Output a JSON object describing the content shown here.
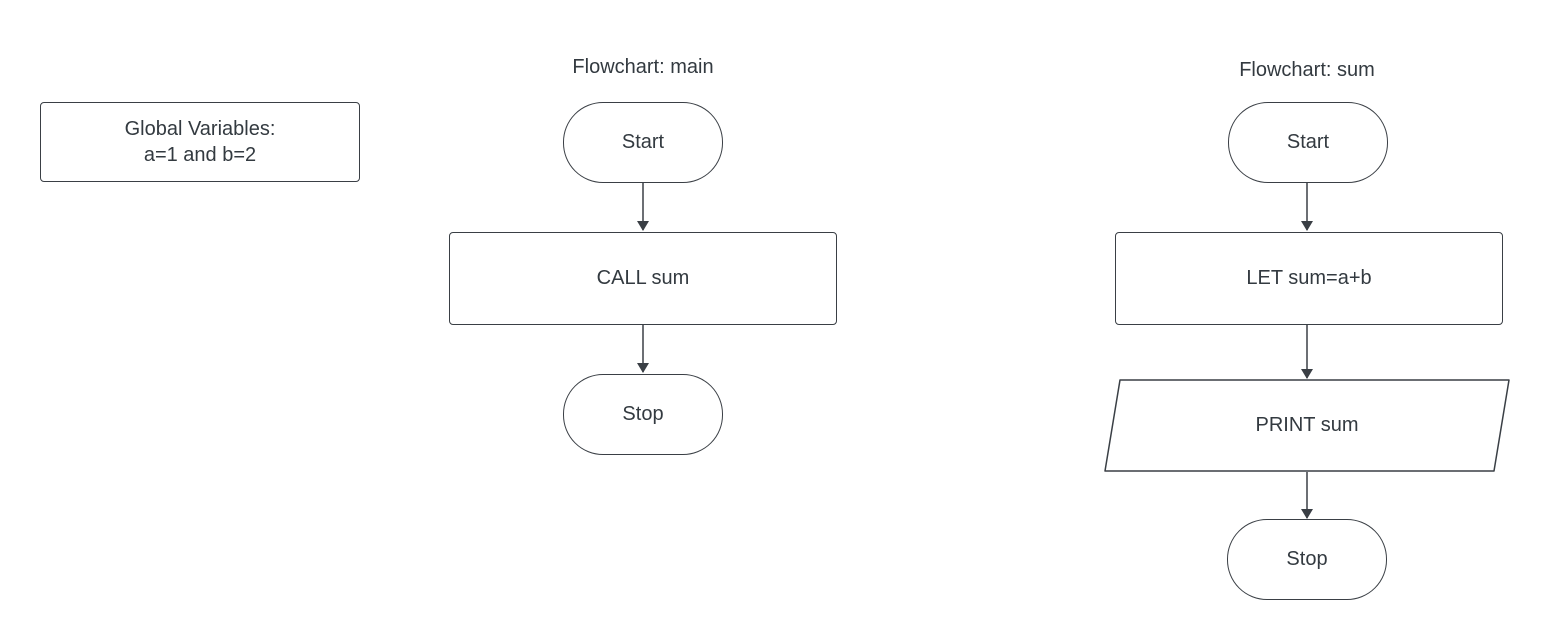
{
  "globals": {
    "line1": "Global Variables:",
    "line2": "a=1 and b=2"
  },
  "main_flow": {
    "title": "Flowchart: main",
    "start": "Start",
    "call": "CALL sum",
    "stop": "Stop"
  },
  "sum_flow": {
    "title": "Flowchart: sum",
    "start": "Start",
    "let": "LET sum=a+b",
    "print": "PRINT sum",
    "stop": "Stop"
  },
  "colors": {
    "stroke": "#3a3f45",
    "text": "#333a40",
    "background": "#ffffff"
  }
}
